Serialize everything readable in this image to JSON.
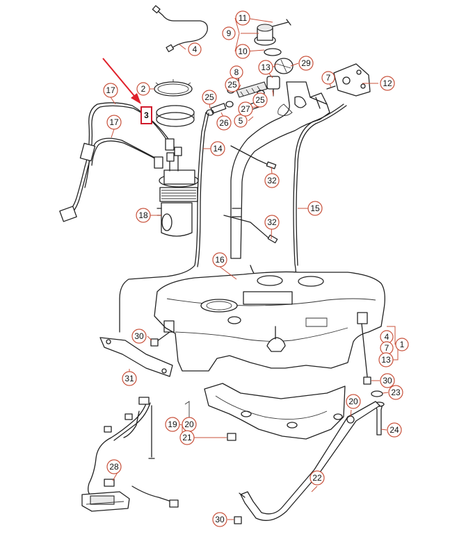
{
  "diagram": {
    "highlighted_label": "3",
    "arrow_color": "#e0202a",
    "callouts": [
      {
        "id": "c1",
        "label": "1"
      },
      {
        "id": "c2",
        "label": "2"
      },
      {
        "id": "c4a",
        "label": "4"
      },
      {
        "id": "c4b",
        "label": "4"
      },
      {
        "id": "c5",
        "label": "5"
      },
      {
        "id": "c7a",
        "label": "7"
      },
      {
        "id": "c7b",
        "label": "7"
      },
      {
        "id": "c8",
        "label": "8"
      },
      {
        "id": "c9",
        "label": "9"
      },
      {
        "id": "c10",
        "label": "10"
      },
      {
        "id": "c11",
        "label": "11"
      },
      {
        "id": "c12",
        "label": "12"
      },
      {
        "id": "c13a",
        "label": "13"
      },
      {
        "id": "c13b",
        "label": "13"
      },
      {
        "id": "c14",
        "label": "14"
      },
      {
        "id": "c15",
        "label": "15"
      },
      {
        "id": "c16",
        "label": "16"
      },
      {
        "id": "c17a",
        "label": "17"
      },
      {
        "id": "c17b",
        "label": "17"
      },
      {
        "id": "c18",
        "label": "18"
      },
      {
        "id": "c19",
        "label": "19"
      },
      {
        "id": "c20a",
        "label": "20"
      },
      {
        "id": "c20b",
        "label": "20"
      },
      {
        "id": "c21",
        "label": "21"
      },
      {
        "id": "c22",
        "label": "22"
      },
      {
        "id": "c23",
        "label": "23"
      },
      {
        "id": "c24",
        "label": "24"
      },
      {
        "id": "c25a",
        "label": "25"
      },
      {
        "id": "c25b",
        "label": "25"
      },
      {
        "id": "c25c",
        "label": "25"
      },
      {
        "id": "c26",
        "label": "26"
      },
      {
        "id": "c27",
        "label": "27"
      },
      {
        "id": "c28",
        "label": "28"
      },
      {
        "id": "c29",
        "label": "29"
      },
      {
        "id": "c30a",
        "label": "30"
      },
      {
        "id": "c30b",
        "label": "30"
      },
      {
        "id": "c30c",
        "label": "30"
      },
      {
        "id": "c31",
        "label": "31"
      },
      {
        "id": "c32a",
        "label": "32"
      },
      {
        "id": "c32b",
        "label": "32"
      }
    ]
  }
}
